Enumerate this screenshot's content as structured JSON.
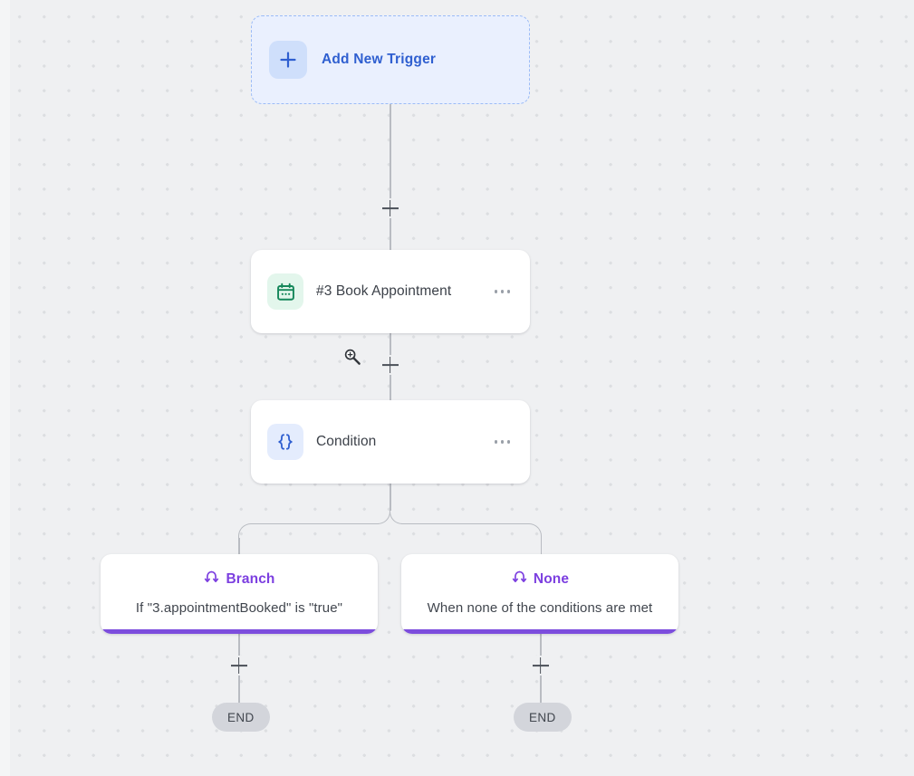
{
  "canvas": {
    "background_color": "#eff0f2",
    "dot_color": "#dcdee1",
    "cursor_icon": "magnifier-zoom-cursor"
  },
  "trigger": {
    "label": "Add New Trigger",
    "icon": "plus-icon",
    "accent_color": "#2f5fd0",
    "fill_color": "#eaf0fe"
  },
  "nodes": [
    {
      "title": "#3 Book Appointment",
      "icon": "calendar-icon",
      "icon_color": "#1e9a60",
      "menu_icon": "ellipsis-icon"
    },
    {
      "title": "Condition",
      "icon": "curly-braces-icon",
      "icon_color": "#2f5fd0",
      "menu_icon": "ellipsis-icon"
    }
  ],
  "branches": [
    {
      "label": "Branch",
      "icon": "branch-split-icon",
      "description": "If \"3.appointmentBooked\" is \"true\"",
      "accent_color": "#7c4ddd"
    },
    {
      "label": "None",
      "icon": "branch-split-icon",
      "description": "When none of the conditions are met",
      "accent_color": "#7c4ddd"
    }
  ],
  "terminators": [
    {
      "label": "END"
    },
    {
      "label": "END"
    }
  ],
  "connectors": {
    "add_step_icon": "plus-icon",
    "line_color": "#b9bcc2"
  }
}
